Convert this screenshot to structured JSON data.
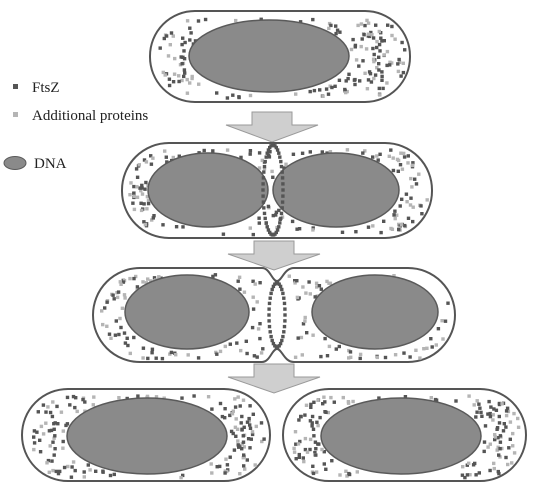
{
  "legend": {
    "ftsz_label": "FtsZ",
    "additional_label": "Additional proteins",
    "dna_label": "DNA"
  },
  "colors": {
    "membrane": "#555555",
    "cell_fill": "#ffffff",
    "dna": "#8a8a8a",
    "dna_edge": "#5a5a5a",
    "ftsz": "#555555",
    "additional": "#b5b5b5",
    "arrow": "#cfcfcf",
    "arrow_edge": "#9a9a9a"
  },
  "stages": [
    "Single cell with distributed FtsZ and additional proteins",
    "FtsZ ring assembles at midcell",
    "Constriction of the division site",
    "Two daughter cells"
  ]
}
